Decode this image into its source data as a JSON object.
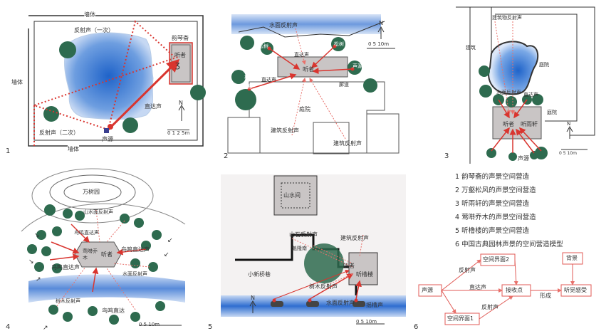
{
  "panel1": {
    "num": "1",
    "labels": {
      "wall_top": "墙体",
      "reflect1": "反射声（一次）",
      "building": "韵琴斋",
      "listener": "听者",
      "wall_left": "墙体",
      "direct": "直达声",
      "reflect2": "反射声（二次）",
      "wall_bottom": "墙体",
      "source": "声源",
      "north": "N",
      "scale": "0 1 2     5m"
    }
  },
  "panel2": {
    "num": "2",
    "labels": {
      "water_reflect": "水面反射声",
      "pine1": "松树",
      "pine2": "松树",
      "pine3": "松树",
      "listener": "听者",
      "direct1": "直达声",
      "direct2": "直达声",
      "source1": "声源",
      "source2": "声源",
      "courtyard": "庭院",
      "corridor": "廊道",
      "bld_reflect1": "建筑反射声",
      "bld_reflect2": "建筑反射声",
      "north": "N",
      "scale": "0   5   10m"
    }
  },
  "panel3": {
    "num": "3",
    "labels": {
      "bld_reflect": "建筑物反射声",
      "building": "建筑",
      "courtyard1": "庭院",
      "water_reflect": "水面反射声",
      "direct": "直达声",
      "courtyard2": "庭院",
      "listener": "听者",
      "hall": "听雨轩",
      "source": "声源",
      "north": "N",
      "scale": "0  5  10m"
    }
  },
  "panel4": {
    "num": "4",
    "labels": {
      "hill": "万树园",
      "water_reflect": "山水面反射声",
      "bird_direct1": "鸟鸣直达声",
      "bird_direct2": "鸟鸣直达声",
      "bird_direct3": "鸟鸣直达声",
      "hall": "莺啭乔木",
      "listener": "听者",
      "water_reflect2": "水面反射声",
      "tree_reflect": "树木反射声",
      "bird_direct4": "鸟鸣直达",
      "scale": "0    5    10m"
    }
  },
  "panel5": {
    "num": "5",
    "labels": {
      "building": "山水间",
      "hill_reflect": "山石反射声",
      "bld_reflect": "建筑反射声",
      "corridor": "魁隆南",
      "bridge": "小新桥巷",
      "listener": "听者",
      "hall": "听橹楼",
      "tree_reflect": "树木反射声",
      "water_reflect": "水面反射声",
      "oar": "摇橹声",
      "north": "N",
      "scale": "0  5  10m"
    }
  },
  "legend": [
    "1   韵琴斋的声景空间营造",
    "2   万壑松风的声景空间营造",
    "3   听雨轩的声景空间营造",
    "4   莺啭乔木的声景空间营造",
    "5   听橹楼的声景空间营造",
    "6   中国古典园林声景的空间营造模型"
  ],
  "panel6": {
    "num": "6",
    "source": "声源",
    "space2": "空间界面2",
    "space1": "空间界面1",
    "reflect_top": "反射声",
    "direct": "直达声",
    "reflect_bottom": "反射声",
    "receiver": "接收点",
    "background": "背景",
    "form": "形成",
    "perception": "听觉感受"
  },
  "colors": {
    "red": "#d9352f",
    "pink": "#f29a9a",
    "tree": "#2e6b4f",
    "water": "#4a7fd1",
    "building": "#c9c5c5"
  }
}
